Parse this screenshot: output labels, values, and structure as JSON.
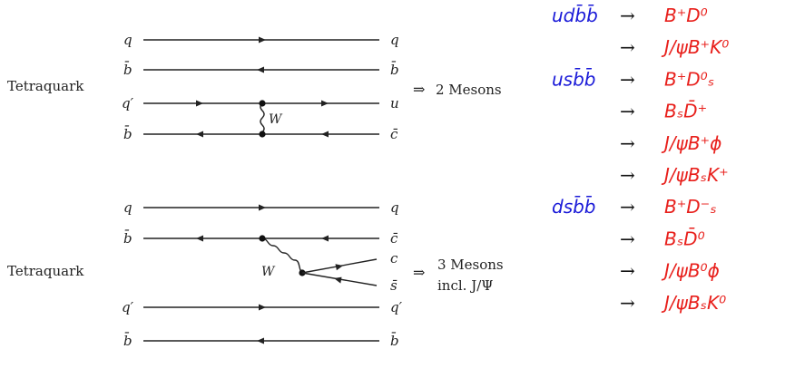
{
  "left_label_top": "Tetraquark",
  "left_label_bottom": "Tetraquark",
  "diagram_top": {
    "quarks_left": [
      "q",
      "b̄",
      "q′",
      "b̄"
    ],
    "quarks_right": [
      "q",
      "b̄",
      "u",
      "c̄"
    ],
    "boson": "W",
    "result_arrow": "⇒",
    "result": "2 Mesons"
  },
  "diagram_bottom": {
    "quarks_left": [
      "q",
      "b̄",
      "q′",
      "b̄"
    ],
    "quarks_right_top": [
      "q",
      "c̄"
    ],
    "quarks_right_pair": [
      "c",
      "s̄"
    ],
    "quarks_right_bottom": [
      "q′",
      "b̄"
    ],
    "boson": "W",
    "result_arrow": "⇒",
    "result_line1": "3 Mesons",
    "result_line2": "incl. J/Ψ"
  },
  "decays": [
    {
      "initial": "udb̄b̄",
      "final": [
        {
          "text": "B⁺D⁰"
        },
        {
          "text": "J/ψB⁺K⁰"
        }
      ]
    },
    {
      "initial": "usb̄b̄",
      "final": [
        {
          "text": "B⁺D⁰ₛ"
        },
        {
          "text": "BₛD̄⁺"
        },
        {
          "text": "J/ψB⁺ϕ"
        },
        {
          "text": "J/ψBₛK⁺"
        }
      ]
    },
    {
      "initial": "dsb̄b̄",
      "final": [
        {
          "text": "B⁺D⁻ₛ"
        },
        {
          "text": "BₛD̄⁰"
        },
        {
          "text": "J/ψB⁰ϕ"
        },
        {
          "text": "J/ψBₛK⁰"
        }
      ]
    }
  ],
  "decay_arrow": "→",
  "colors": {
    "initial": "#1a1ad8",
    "final": "#e8201c",
    "ink": "#222222"
  }
}
